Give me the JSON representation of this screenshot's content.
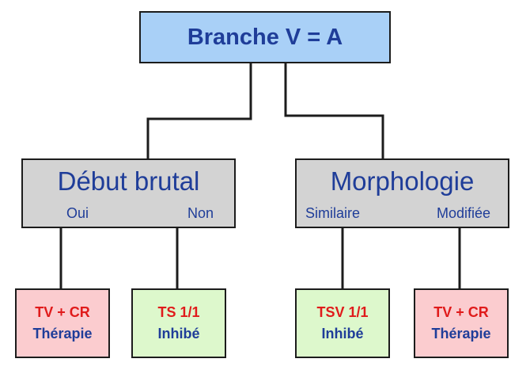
{
  "root": {
    "label": "Branche V = A"
  },
  "left": {
    "title": "Début brutal",
    "option_left": "Oui",
    "option_right": "Non",
    "leaves": [
      {
        "line1": "TV + CR",
        "line2": "Thérapie"
      },
      {
        "line1": "TS 1/1",
        "line2": "Inhibé"
      }
    ]
  },
  "right": {
    "title": "Morphologie",
    "option_left": "Similaire",
    "option_right": "Modifiée",
    "leaves": [
      {
        "line1": "TSV 1/1",
        "line2": "Inhibé"
      },
      {
        "line1": "TV + CR",
        "line2": "Thérapie"
      }
    ]
  },
  "colors": {
    "root_fill": "#a9d0f7",
    "mid_fill": "#d3d3d3",
    "therapy_fill": "#fbcccf",
    "inhibit_fill": "#ddf8cc",
    "title_text": "#1f3d99",
    "highlight_text": "#e01b1b"
  }
}
